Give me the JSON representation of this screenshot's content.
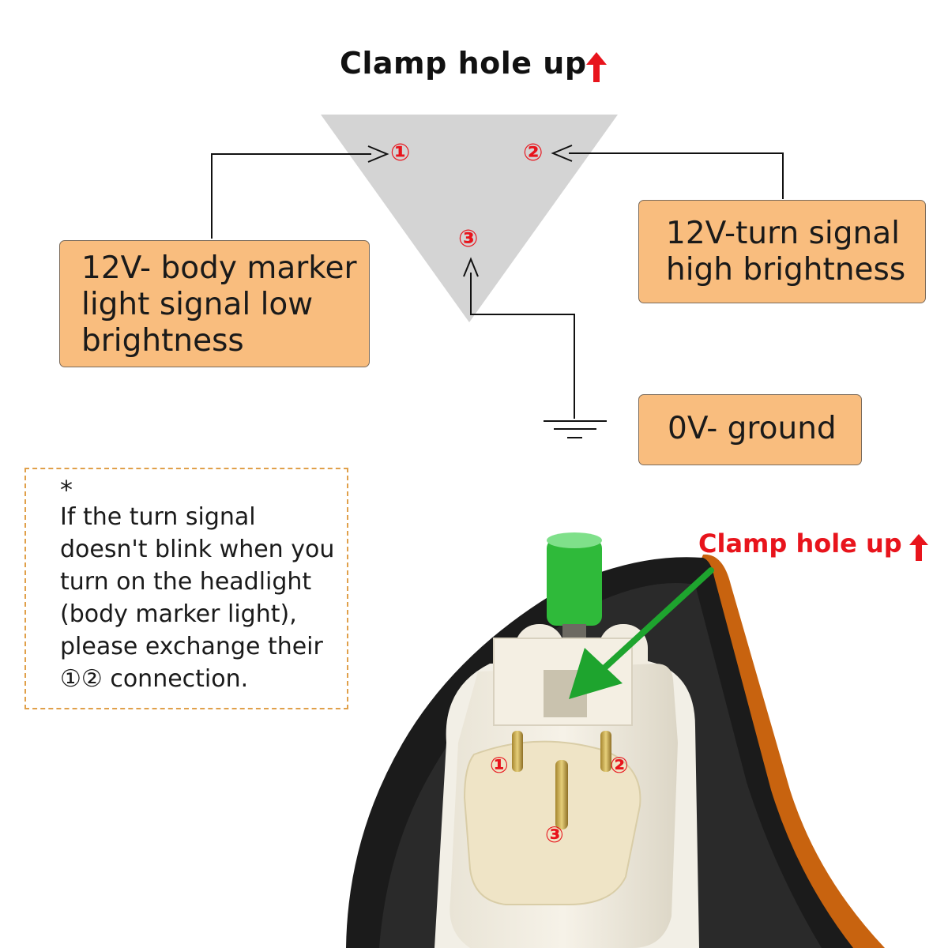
{
  "diagram": {
    "title": "Clamp hole up",
    "pin_labels": [
      "①",
      "②",
      "③"
    ],
    "boxes": {
      "body_marker": "12V- body marker light signal low brightness",
      "turn_signal": "12V-turn signal high brightness",
      "ground": "0V- ground"
    }
  },
  "note": {
    "star": "*",
    "text": "If the turn signal doesn't blink when you turn on the headlight (body marker light), please exchange their ①② connection."
  },
  "photo": {
    "label": "Clamp hole up",
    "pin_labels": [
      "①",
      "②",
      "③"
    ]
  },
  "colors": {
    "accent_red": "#e8141c",
    "box_fill": "#f9bd7e",
    "triangle": "#d3d3d3",
    "arrow_green": "#1ea42e"
  }
}
